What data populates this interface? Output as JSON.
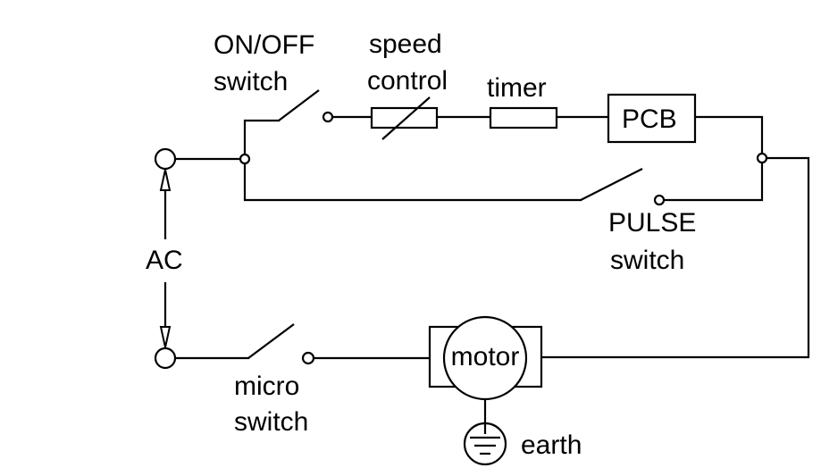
{
  "labels": {
    "onoff_line1": "ON/OFF",
    "onoff_line2": "switch",
    "speed_line1": "speed",
    "speed_line2": "control",
    "timer": "timer",
    "pcb": "PCB",
    "pulse_line1": "PULSE",
    "pulse_line2": "switch",
    "ac": "AC",
    "micro_line1": "micro",
    "micro_line2": "switch",
    "motor": "motor",
    "earth": "earth"
  },
  "colors": {
    "line": "#000000",
    "background": "#ffffff"
  }
}
